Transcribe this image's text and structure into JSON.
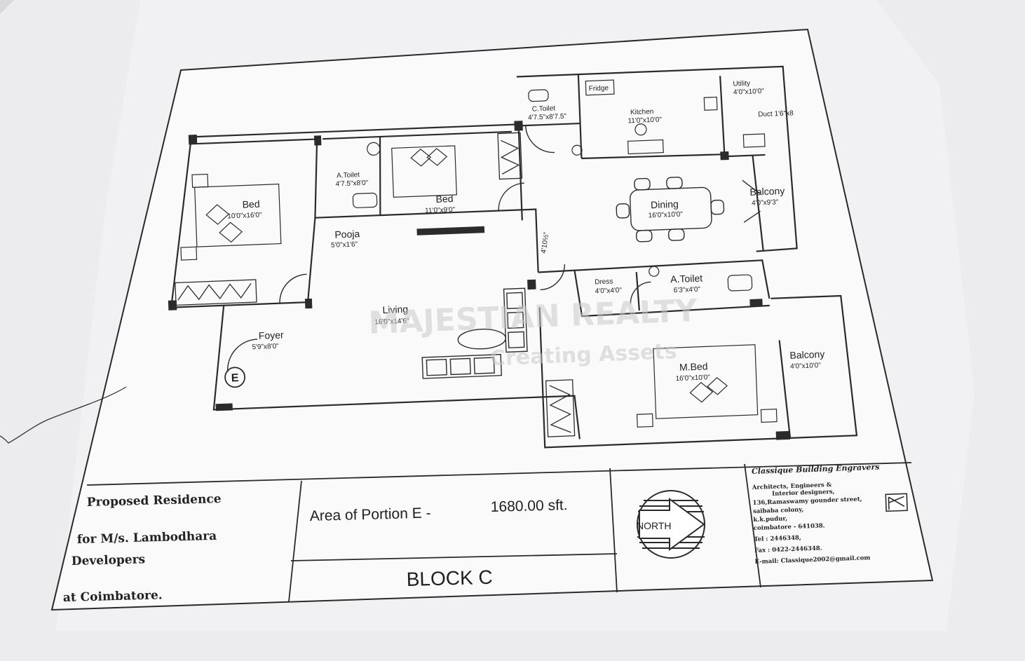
{
  "rooms": {
    "bed1": {
      "name": "Bed",
      "size": "10'0\"x16'0\""
    },
    "a_toilet1": {
      "name": "A.Toilet",
      "size": "4'7.5\"x8'0\""
    },
    "bed2": {
      "name": "Bed",
      "size": "11'0\"x9'0\""
    },
    "c_toilet": {
      "name": "C.Toilet",
      "size": "4'7.5\"x8'7.5\""
    },
    "fridge": {
      "name": "Fridge"
    },
    "kitchen": {
      "name": "Kitchen",
      "size": "11'0\"x10'0\""
    },
    "utility": {
      "name": "Utility",
      "size": "4'0\"x10'0\""
    },
    "duct": {
      "name": "Duct 1'6\"x8"
    },
    "pooja": {
      "name": "Pooja",
      "size": "5'0\"x1'6\""
    },
    "dining": {
      "name": "Dining",
      "size": "16'0\"x10'0\""
    },
    "balcony1": {
      "name": "Balcony",
      "size": "4'0\"x9'3\""
    },
    "living": {
      "name": "Living",
      "size": "16'0\"x14'6\""
    },
    "dress": {
      "name": "Dress",
      "size": "4'0\"x4'0\""
    },
    "a_toilet2": {
      "name": "A.Toilet",
      "size": "6'3\"x4'0\""
    },
    "foyer": {
      "name": "Foyer",
      "size": "5'9\"x8'0\""
    },
    "mbed": {
      "name": "M.Bed",
      "size": "16'0\"x10'0\""
    },
    "balcony2": {
      "name": "Balcony",
      "size": "4'0\"x10'0\""
    },
    "side_dim": "4'10½\"",
    "entry_marker": "E"
  },
  "watermark": {
    "line1": "MAJESTIAN REALTY",
    "line2": "Creating Assets"
  },
  "title_block": {
    "project_line1": "Proposed Residence",
    "project_line2": "for M/s. Lambodhara",
    "project_line3": "Developers",
    "project_line4": "at Coimbatore.",
    "area_label": "Area of Portion E  -",
    "area_value": "1680.00 sft.",
    "block": "BLOCK C",
    "north": "NORTH",
    "firm_name": "Classique Building Engravers",
    "firm_lines": [
      "Architects, Engineers &",
      "Interior designers,",
      "136,Ramaswamy gounder street,",
      "saibaba colony,",
      "k.k.pudur,",
      "coimbatore - 641038.",
      "Tel :  2446348,",
      "Fax :   0422-2446348.",
      "E-mail:  Classique2002@gmail.com"
    ]
  }
}
